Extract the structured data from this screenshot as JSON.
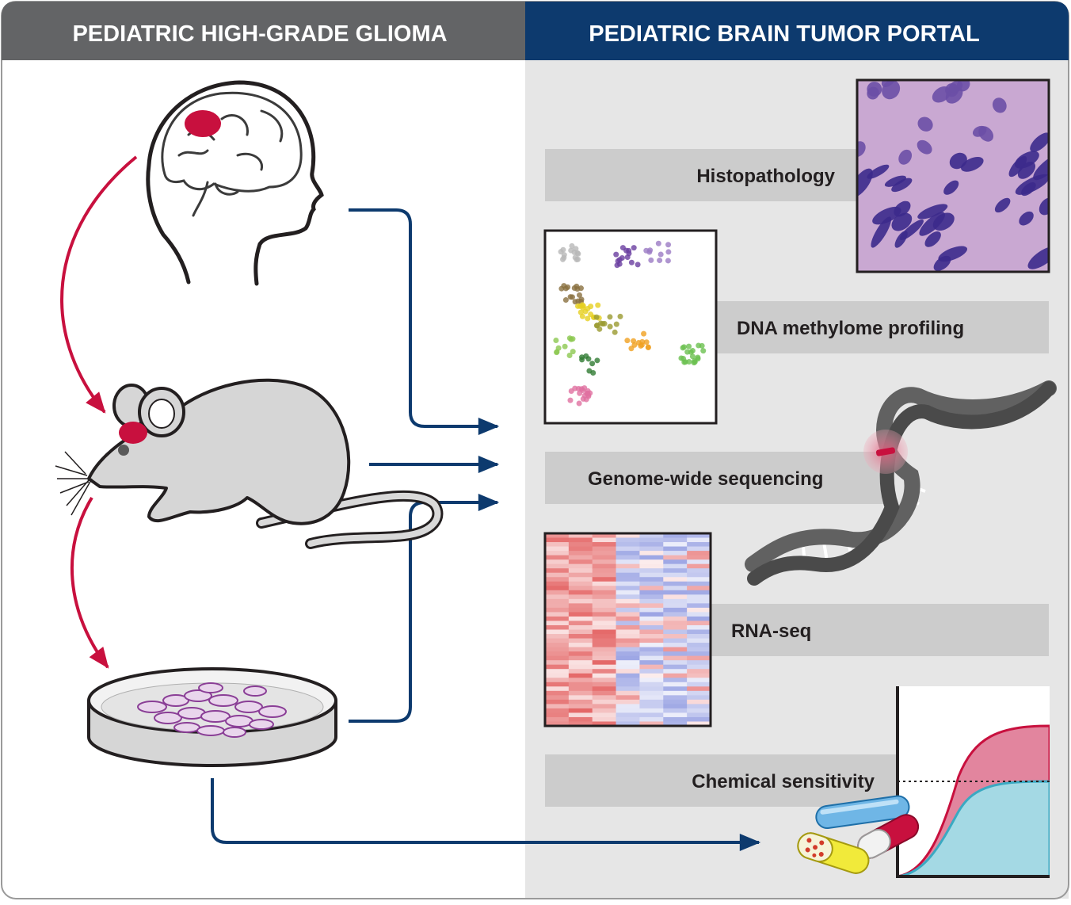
{
  "headers": {
    "left": "PEDIATRIC HIGH-GRADE GLIOMA",
    "right": "PEDIATRIC BRAIN TUMOR PORTAL"
  },
  "data_types": {
    "histopathology": "Histopathology",
    "methylome": "DNA methylome profiling",
    "sequencing": "Genome-wide sequencing",
    "rnaseq": "RNA-seq",
    "chemical": "Chemical sensitivity"
  },
  "colors": {
    "left_header": "#636466",
    "right_header": "#0d3a6e",
    "right_panel": "#e6e6e6",
    "label_box": "#cccccc",
    "tumor": "#c8103e",
    "blue_arrow": "#0d3a6e",
    "red_arrow": "#c8103e"
  }
}
